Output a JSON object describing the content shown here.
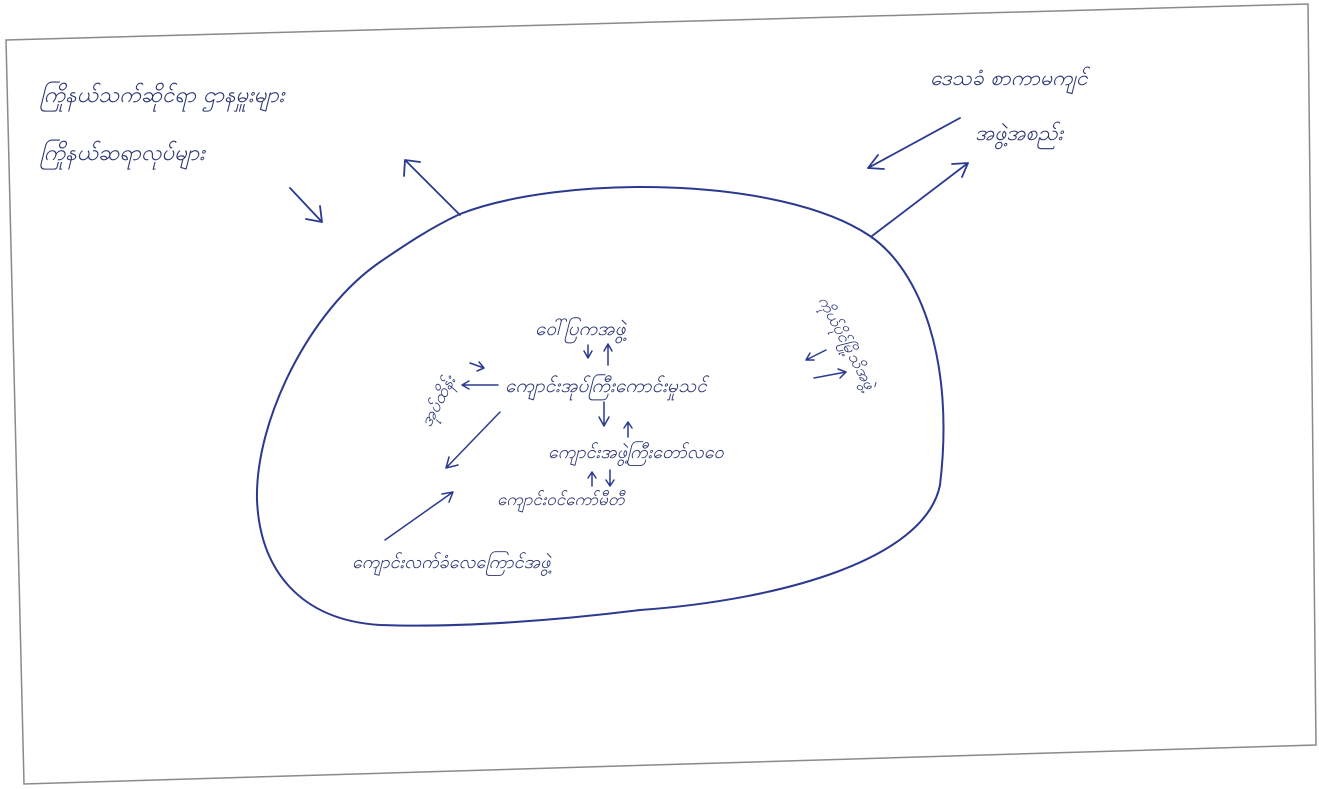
{
  "colors": {
    "ink": "#2b3a8f",
    "paper": "#ffffff",
    "border": "#8a8a8a"
  },
  "notes": {
    "top_left_line1": "ကြိုနယ်သက်ဆိုင်ရာ ဌာနမှူးများ",
    "top_left_line2": "ကြိုနယ်ဆရာလုပ်များ",
    "top_right_line1": "ဒေသခံ စာကာမကျင်",
    "top_right_line2": "အဖွဲ့အစည်း",
    "center": "ကျောင်းအုပ်ကြီးကောင်းမှုသင်",
    "top_center": "ဝေါ်ပြကအဖွဲ့",
    "left_side": "အုပ်ထိန်း",
    "right_side": "ကိုယ်ပိုင်မြို့သိအဖွဲ့",
    "mid_lower": "ကျောင်းအဖွဲ့ကြီးတော်လဝေ",
    "lower_center": "ကျောင်းဝင်ကော်မီတီ",
    "bottom_left": "ကျောင်းလက်ခံလေကြောင်အဖွဲ့"
  }
}
